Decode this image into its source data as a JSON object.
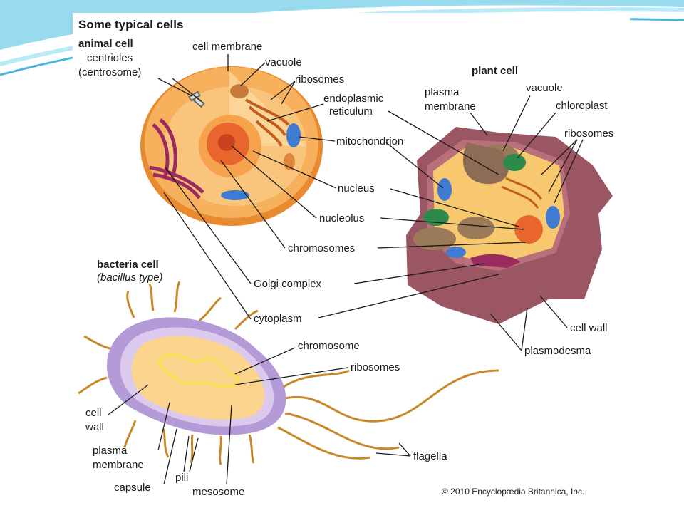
{
  "title": "Some typical cells",
  "copyright": "© 2010 Encyclopædia Britannica, Inc.",
  "animal_cell": {
    "heading": "animal cell",
    "labels": {
      "centrioles": "centrioles",
      "centrosome": "(centrosome)",
      "cell_membrane": "cell membrane",
      "vacuole": "vacuole",
      "ribosomes": "ribosomes",
      "er_line1": "endoplasmic",
      "er_line2": "reticulum",
      "mitochondrion": "mitochondrion",
      "nucleus": "nucleus",
      "nucleolus": "nucleolus",
      "chromosomes": "chromosomes",
      "golgi": "Golgi complex",
      "cytoplasm": "cytoplasm"
    }
  },
  "plant_cell": {
    "heading": "plant cell",
    "labels": {
      "plasma_line1": "plasma",
      "plasma_line2": "membrane",
      "vacuole": "vacuole",
      "chloroplast": "chloroplast",
      "ribosomes": "ribosomes",
      "cell_wall": "cell wall",
      "plasmodesma": "plasmodesma"
    }
  },
  "bacteria_cell": {
    "heading": "bacteria cell",
    "subheading": "(bacillus type)",
    "labels": {
      "chromosome": "chromosome",
      "ribosomes": "ribosomes",
      "cell_line1": "cell",
      "cell_line2": "wall",
      "plasma_line1": "plasma",
      "plasma_line2": "membrane",
      "capsule": "capsule",
      "pili": "pili",
      "mesosome": "mesosome",
      "flagella": "flagella"
    }
  },
  "colors": {
    "cytoplasm": "#f6a74a",
    "membrane": "#f9c98a",
    "nucleus": "#e8662e",
    "golgi": "#9b2a5e",
    "mitochondrion": "#3f7bd1",
    "chloroplast": "#2d8a4a",
    "plant_wall": "#9a5662",
    "bacteria_capsule": "#b49ad6",
    "bacteria_inner": "#fbd58e",
    "swoosh": "#7fd2ea"
  }
}
